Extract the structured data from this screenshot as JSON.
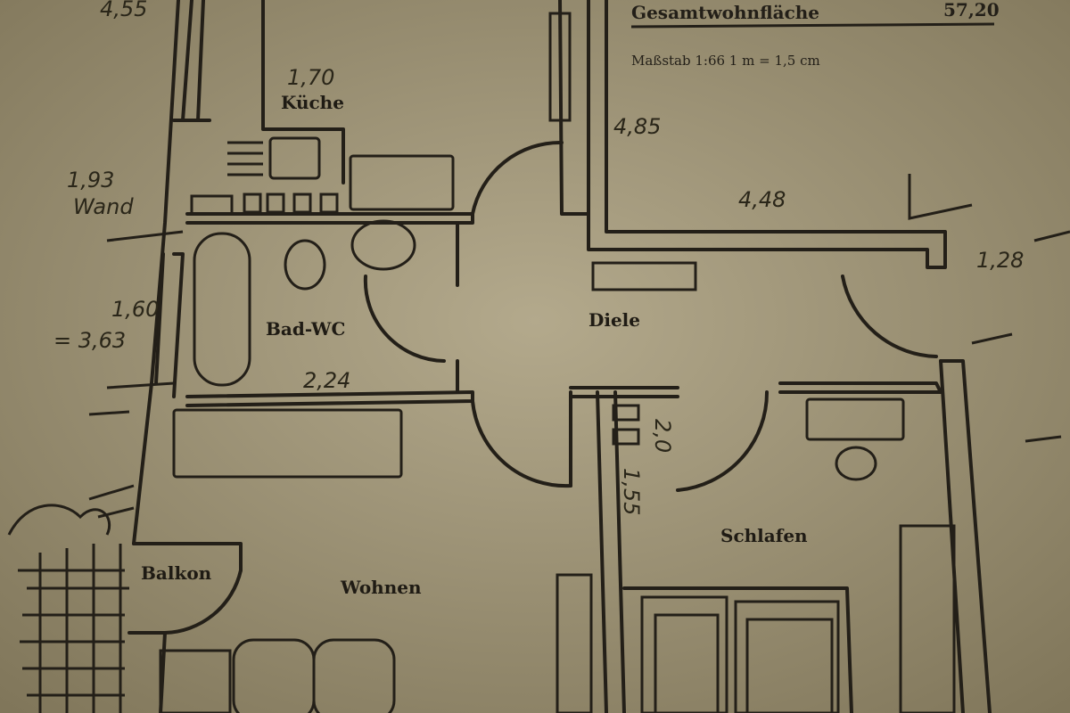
{
  "legend": {
    "total_area_label": "Gesamtwohnfläche",
    "total_area_value": "57,20",
    "scale": "Maßstab 1:66  1 m = 1,5 cm"
  },
  "rooms": {
    "kitchen": "Küche",
    "bathroom": "Bad-WC",
    "hall": "Diele",
    "bedroom": "Schlafen",
    "living": "Wohnen",
    "balcony": "Balkon"
  },
  "annotations": {
    "a1": "4,55",
    "a2": "1,70",
    "a3": "1,93",
    "a4": "Wand",
    "a5": "1,60",
    "a6": "= 3,63",
    "a7": "2,24",
    "a8": "4,85",
    "a9": "4,48",
    "a10": "1,28",
    "a11": "2,0",
    "a12": "1,55"
  }
}
